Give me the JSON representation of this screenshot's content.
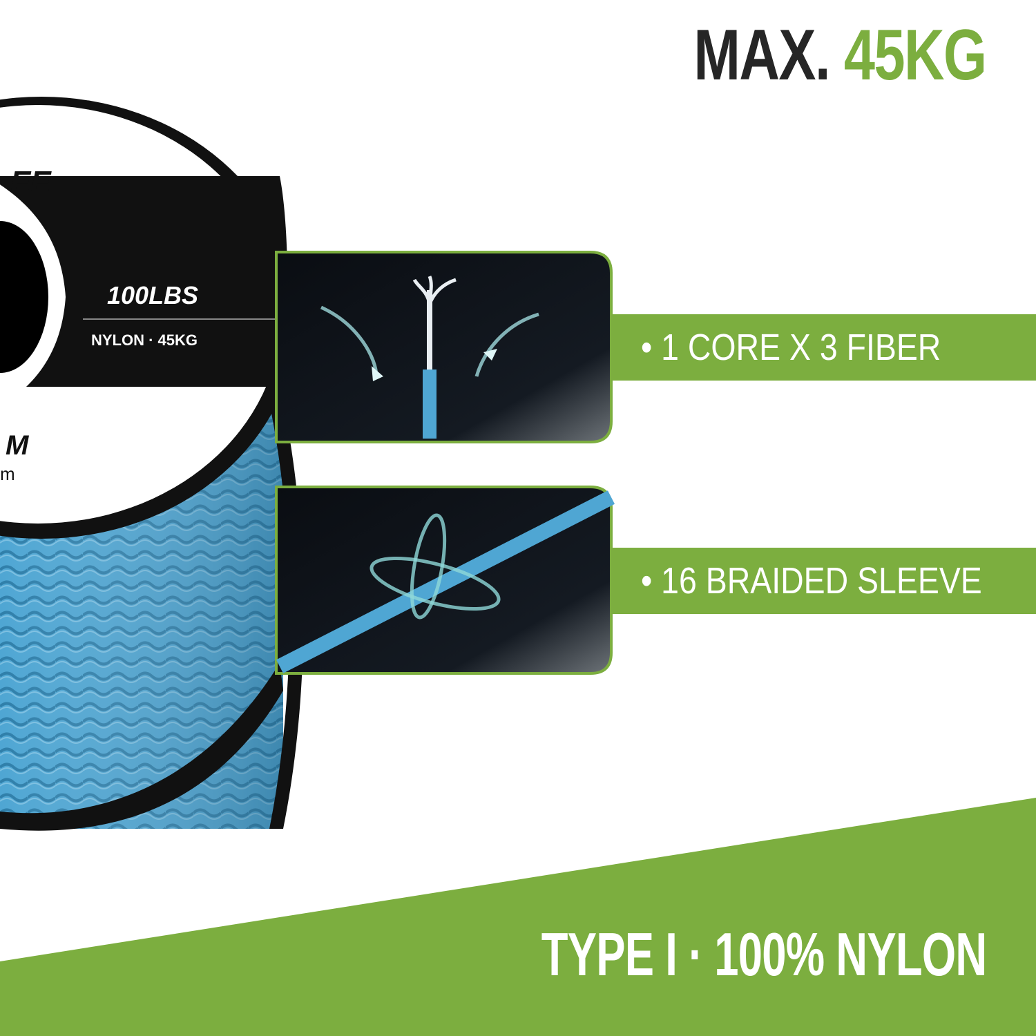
{
  "headline": {
    "prefix": "MAX.",
    "value": "45KG"
  },
  "spool": {
    "brand_fragment": "EE",
    "strength_lbs": "100LBS",
    "material_line": "NYLON · 45KG",
    "length_fragment": "M",
    "small_fragment": "m"
  },
  "features": [
    {
      "label": "• 1 CORE X 3 FIBER",
      "icon": "core-fiber-strands"
    },
    {
      "label": "• 16 BRAIDED SLEEVE",
      "icon": "braided-sleeve-orbit"
    }
  ],
  "footer": {
    "label": "TYPE I · 100% NYLON"
  },
  "colors": {
    "green": "#7cae3f",
    "dark_text": "#262626",
    "rope_blue": "#4fa8d6",
    "panel_dark": "#0b0f14"
  }
}
